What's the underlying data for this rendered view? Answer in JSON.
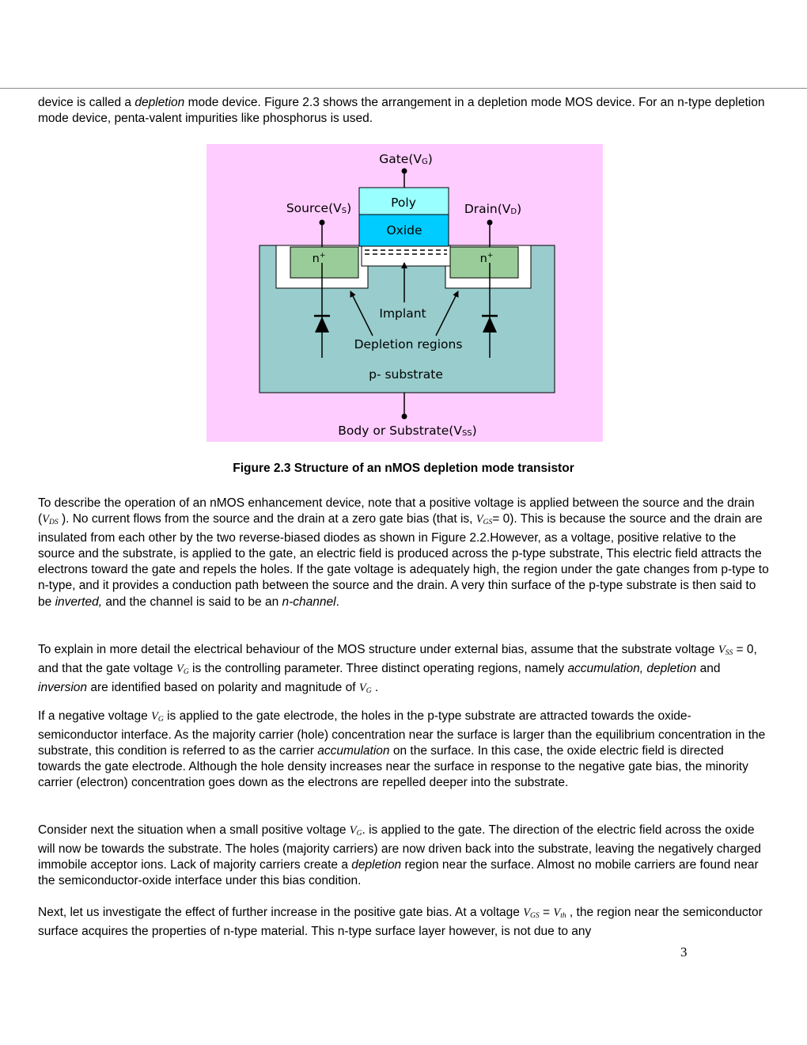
{
  "intro": {
    "a": "device is called a ",
    "b": "depletion",
    "c": " mode device. Figure 2.3 shows the arrangement in a depletion mode MOS device. For an n-type depletion mode device, penta-valent impurities like phosphorus is used."
  },
  "figure": {
    "gate": "Gate(V",
    "gate_sub": "G",
    "source": "Source(V",
    "source_sub": "S",
    "drain": "Drain(V",
    "drain_sub": "D",
    "poly": "Poly",
    "oxide": "Oxide",
    "n_left": "n",
    "n_right": "n",
    "implant": "Implant",
    "depletion": "Depletion regions",
    "substrate": "p- substrate",
    "body": "Body or Substrate(V",
    "body_sub": "SS",
    "close": ")",
    "colors": {
      "background": "#ffccff",
      "substrate": "#99cccc",
      "n_region": "#99cc99",
      "poly": "#99ffff",
      "oxide": "#00ccff"
    }
  },
  "caption": "Figure 2.3 Structure of an nMOS depletion mode transistor",
  "p1": {
    "a": "To describe the operation of an nMOS enhancement device, note that a positive voltage is applied between the source and the drain (",
    "b": "V",
    "b_sub": "DS",
    "c": " ). No current flows from the source and the drain at a zero gate bias (that is, ",
    "d": "V",
    "d_sub": "GS",
    "e": "= 0). This is because the source and the drain are insulated from each other by the two reverse-biased diodes as shown in Figure 2.2.However, as a voltage, positive relative to the source and the substrate, is applied to the gate, an electric field is produced across the p-type substrate, This electric field attracts the electrons toward the gate and repels the holes. If the gate voltage is adequately high, the region under the gate changes from p-type to n-type, and it provides a conduction path between the source and the drain. A very thin surface of the p-type substrate is then said to be ",
    "f": "inverted,",
    "g": " and the channel is said to be an ",
    "h": "n-channel",
    "i": "."
  },
  "p2": {
    "a": "To explain in more detail the electrical behaviour of the MOS structure under external bias, assume that the substrate voltage ",
    "b": "V",
    "b_sub": "SS",
    "c": " = 0, and that the gate voltage ",
    "d": "V",
    "d_sub": "G",
    "e": " is the controlling parameter. Three distinct operating regions, namely ",
    "f": "accumulation, depletion",
    "g": " and ",
    "h": "inversion",
    "i": " are identified based on polarity and magnitude of ",
    "j": "V",
    "j_sub": "G",
    "k": " ."
  },
  "p3": {
    "a": "If a negative voltage ",
    "b": "V",
    "b_sub": "G",
    "c": " is applied to the gate electrode, the holes in the p-type substrate are attracted towards the oxide-semiconductor interface. As the majority carrier (hole) concentration near the surface is larger than the equilibrium concentration in the substrate, this condition is referred to as the carrier ",
    "d": "accumulation",
    "e": " on the surface. In this case, the oxide electric field is directed towards the gate electrode. Although the hole density increases near the surface in response to the negative gate bias, the minority carrier (electron) concentration goes down as the electrons are repelled deeper into the substrate."
  },
  "p4": {
    "a": "Consider next the situation when a small positive voltage ",
    "b": "V",
    "b_sub": "G",
    "c": ". is applied to the gate. The direction of the electric field across the oxide will now be towards the substrate. The holes (majority carriers) are now driven back into the substrate, leaving the negatively charged immobile acceptor ions. Lack of majority carriers create a ",
    "d": "depletion",
    "e": " region near the surface. Almost no mobile carriers are found near the semiconductor-oxide interface under this bias condition."
  },
  "p5": {
    "a": "Next, let us investigate the effect of further increase in the positive gate bias. At a voltage ",
    "b": "V",
    "b_sub": "GS",
    "c": " = ",
    "d": "V",
    "d_sub": "th",
    "e": " , the region near the semiconductor surface acquires the properties of n-type material. This n-type surface layer however, is not due to any"
  },
  "page_number": "3"
}
